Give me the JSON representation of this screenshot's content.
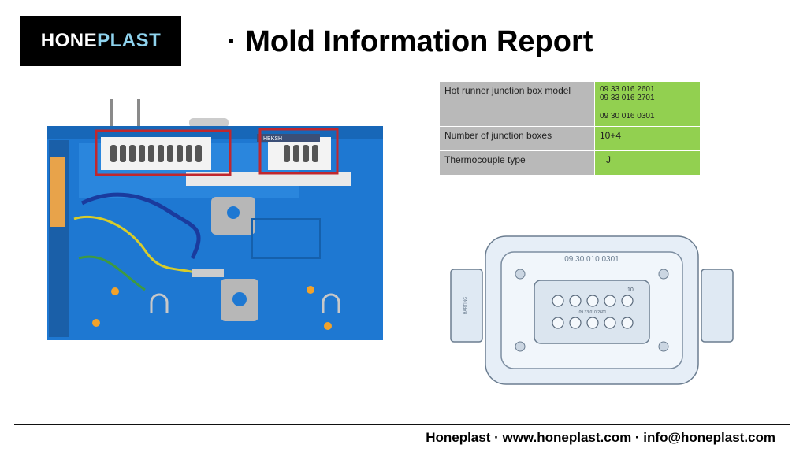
{
  "logo": {
    "part1": "HONE",
    "part2": "PLAST"
  },
  "title": "· Mold Information Report",
  "table": {
    "rows": [
      {
        "key": "Hot runner junction box model",
        "values": [
          "09 33 016 2601",
          "09 33 016 2701",
          "09 30 016 0301"
        ]
      },
      {
        "key": "Number of junction boxes",
        "values": [
          "10+4"
        ]
      },
      {
        "key": "Thermocouple type",
        "values": [
          "J"
        ]
      }
    ]
  },
  "mold_image": {
    "label": "HBKSH"
  },
  "connector_image": {
    "top_label": "09 30 010 0301",
    "inner_number": "10",
    "inner_label": "09 33 010 2601",
    "side_mark": "HARTING"
  },
  "footer": "Honeplast · www.honeplast.com · info@honeplast.com",
  "colors": {
    "highlight_box": "#c0272d",
    "table_key_bg": "#b9b9b9",
    "table_value_bg": "#92d050",
    "mold_blue": "#1e78d2"
  }
}
